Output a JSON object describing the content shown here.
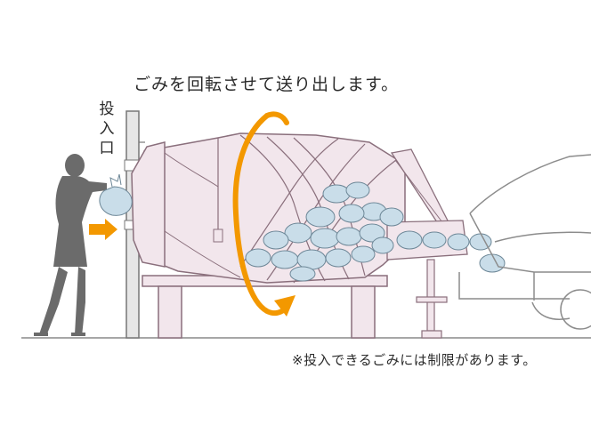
{
  "caption": {
    "top": "ごみを回転させて送り出します。",
    "inlet": "投入口",
    "note": "※投入できるごみには制限があります。"
  },
  "colors": {
    "arrow": "#f39800",
    "body_fill": "#f2e6ec",
    "outline": "#8a6f7c",
    "bag_fill": "#c9dde9",
    "bag_outline": "#6d8797",
    "figure": "#6b6b6b",
    "truck_line": "#8c8c8c"
  },
  "icons": {
    "rotation": "rotation-arrow-icon",
    "insert": "insert-arrow-icon"
  }
}
